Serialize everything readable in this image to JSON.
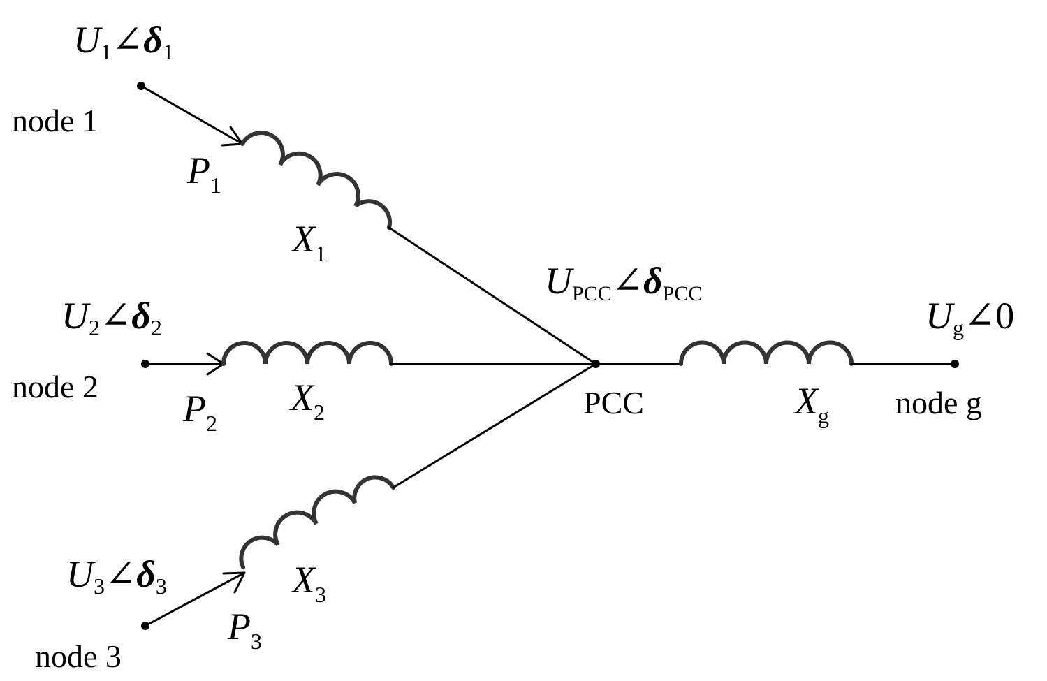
{
  "nodes": {
    "n1": {
      "label": "node 1",
      "voltage": {
        "mag": "U",
        "mag_sub": "1",
        "angle_sym": "∠",
        "ang": "δ",
        "ang_sub": "1"
      }
    },
    "n2": {
      "label": "node 2",
      "voltage": {
        "mag": "U",
        "mag_sub": "2",
        "angle_sym": "∠",
        "ang": "δ",
        "ang_sub": "2"
      }
    },
    "n3": {
      "label": "node 3",
      "voltage": {
        "mag": "U",
        "mag_sub": "3",
        "angle_sym": "∠",
        "ang": "δ",
        "ang_sub": "3"
      }
    },
    "pcc": {
      "label": "PCC",
      "voltage": {
        "mag": "U",
        "mag_sub": "PCC",
        "angle_sym": "∠",
        "ang": "δ",
        "ang_sub": "PCC"
      }
    },
    "ng": {
      "label": "node g",
      "voltage": {
        "mag": "U",
        "mag_sub": "g",
        "angle_sym": "∠",
        "ang": "0"
      }
    }
  },
  "powers": {
    "p1": {
      "sym": "P",
      "sub": "1"
    },
    "p2": {
      "sym": "P",
      "sub": "2"
    },
    "p3": {
      "sym": "P",
      "sub": "3"
    }
  },
  "reactances": {
    "x1": {
      "sym": "X",
      "sub": "1"
    },
    "x2": {
      "sym": "X",
      "sub": "2"
    },
    "x3": {
      "sym": "X",
      "sub": "3"
    },
    "xg": {
      "sym": "X",
      "sub": "g"
    }
  },
  "colors": {
    "wire": "#000000",
    "coil": "#333333",
    "background": "#ffffff"
  }
}
